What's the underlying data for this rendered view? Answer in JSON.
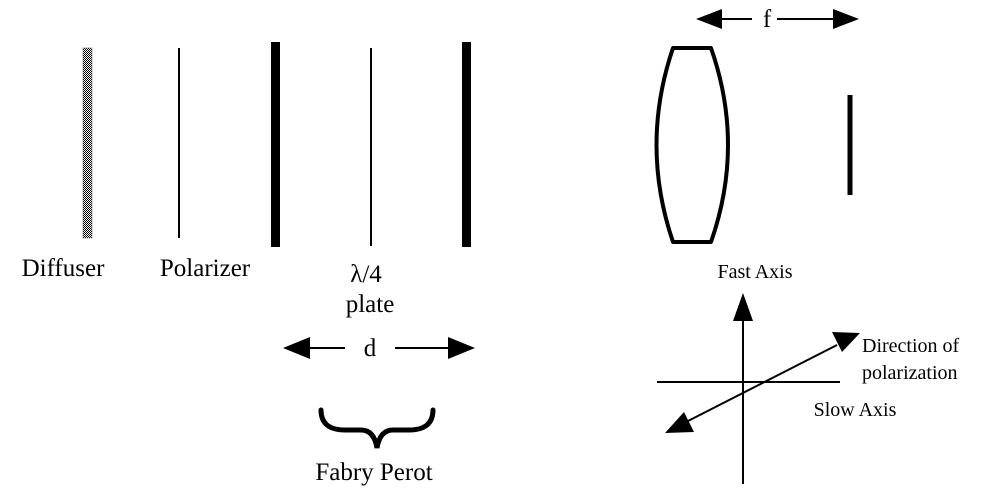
{
  "labels": {
    "diffuser": "Diffuser",
    "polarizer": "Polarizer",
    "lambda": "λ/4",
    "plate": "plate",
    "d": "d",
    "fabry_perot": "Fabry Perot",
    "f": "f",
    "fast_axis": "Fast Axis",
    "slow_axis": "Slow Axis",
    "direction_of": "Direction of",
    "polarization": "polarization"
  },
  "colors": {
    "ink": "#000000",
    "diffuser_fill": "#8c8c8c"
  }
}
